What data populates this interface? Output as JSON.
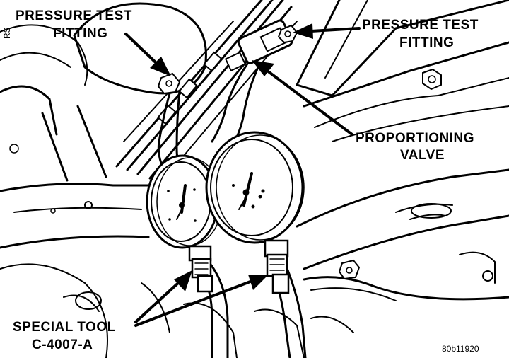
{
  "labels": {
    "pressure_test_fitting_left": [
      "PRESSURE TEST",
      "FITTING"
    ],
    "pressure_test_fitting_right": [
      "PRESSURE TEST",
      "FITTING"
    ],
    "proportioning_valve": [
      "PROPORTIONING",
      "VALVE"
    ],
    "special_tool": [
      "SPECIAL TOOL",
      "C-4007-A"
    ]
  },
  "figure_id": "80b11920",
  "side_mark": "RS"
}
